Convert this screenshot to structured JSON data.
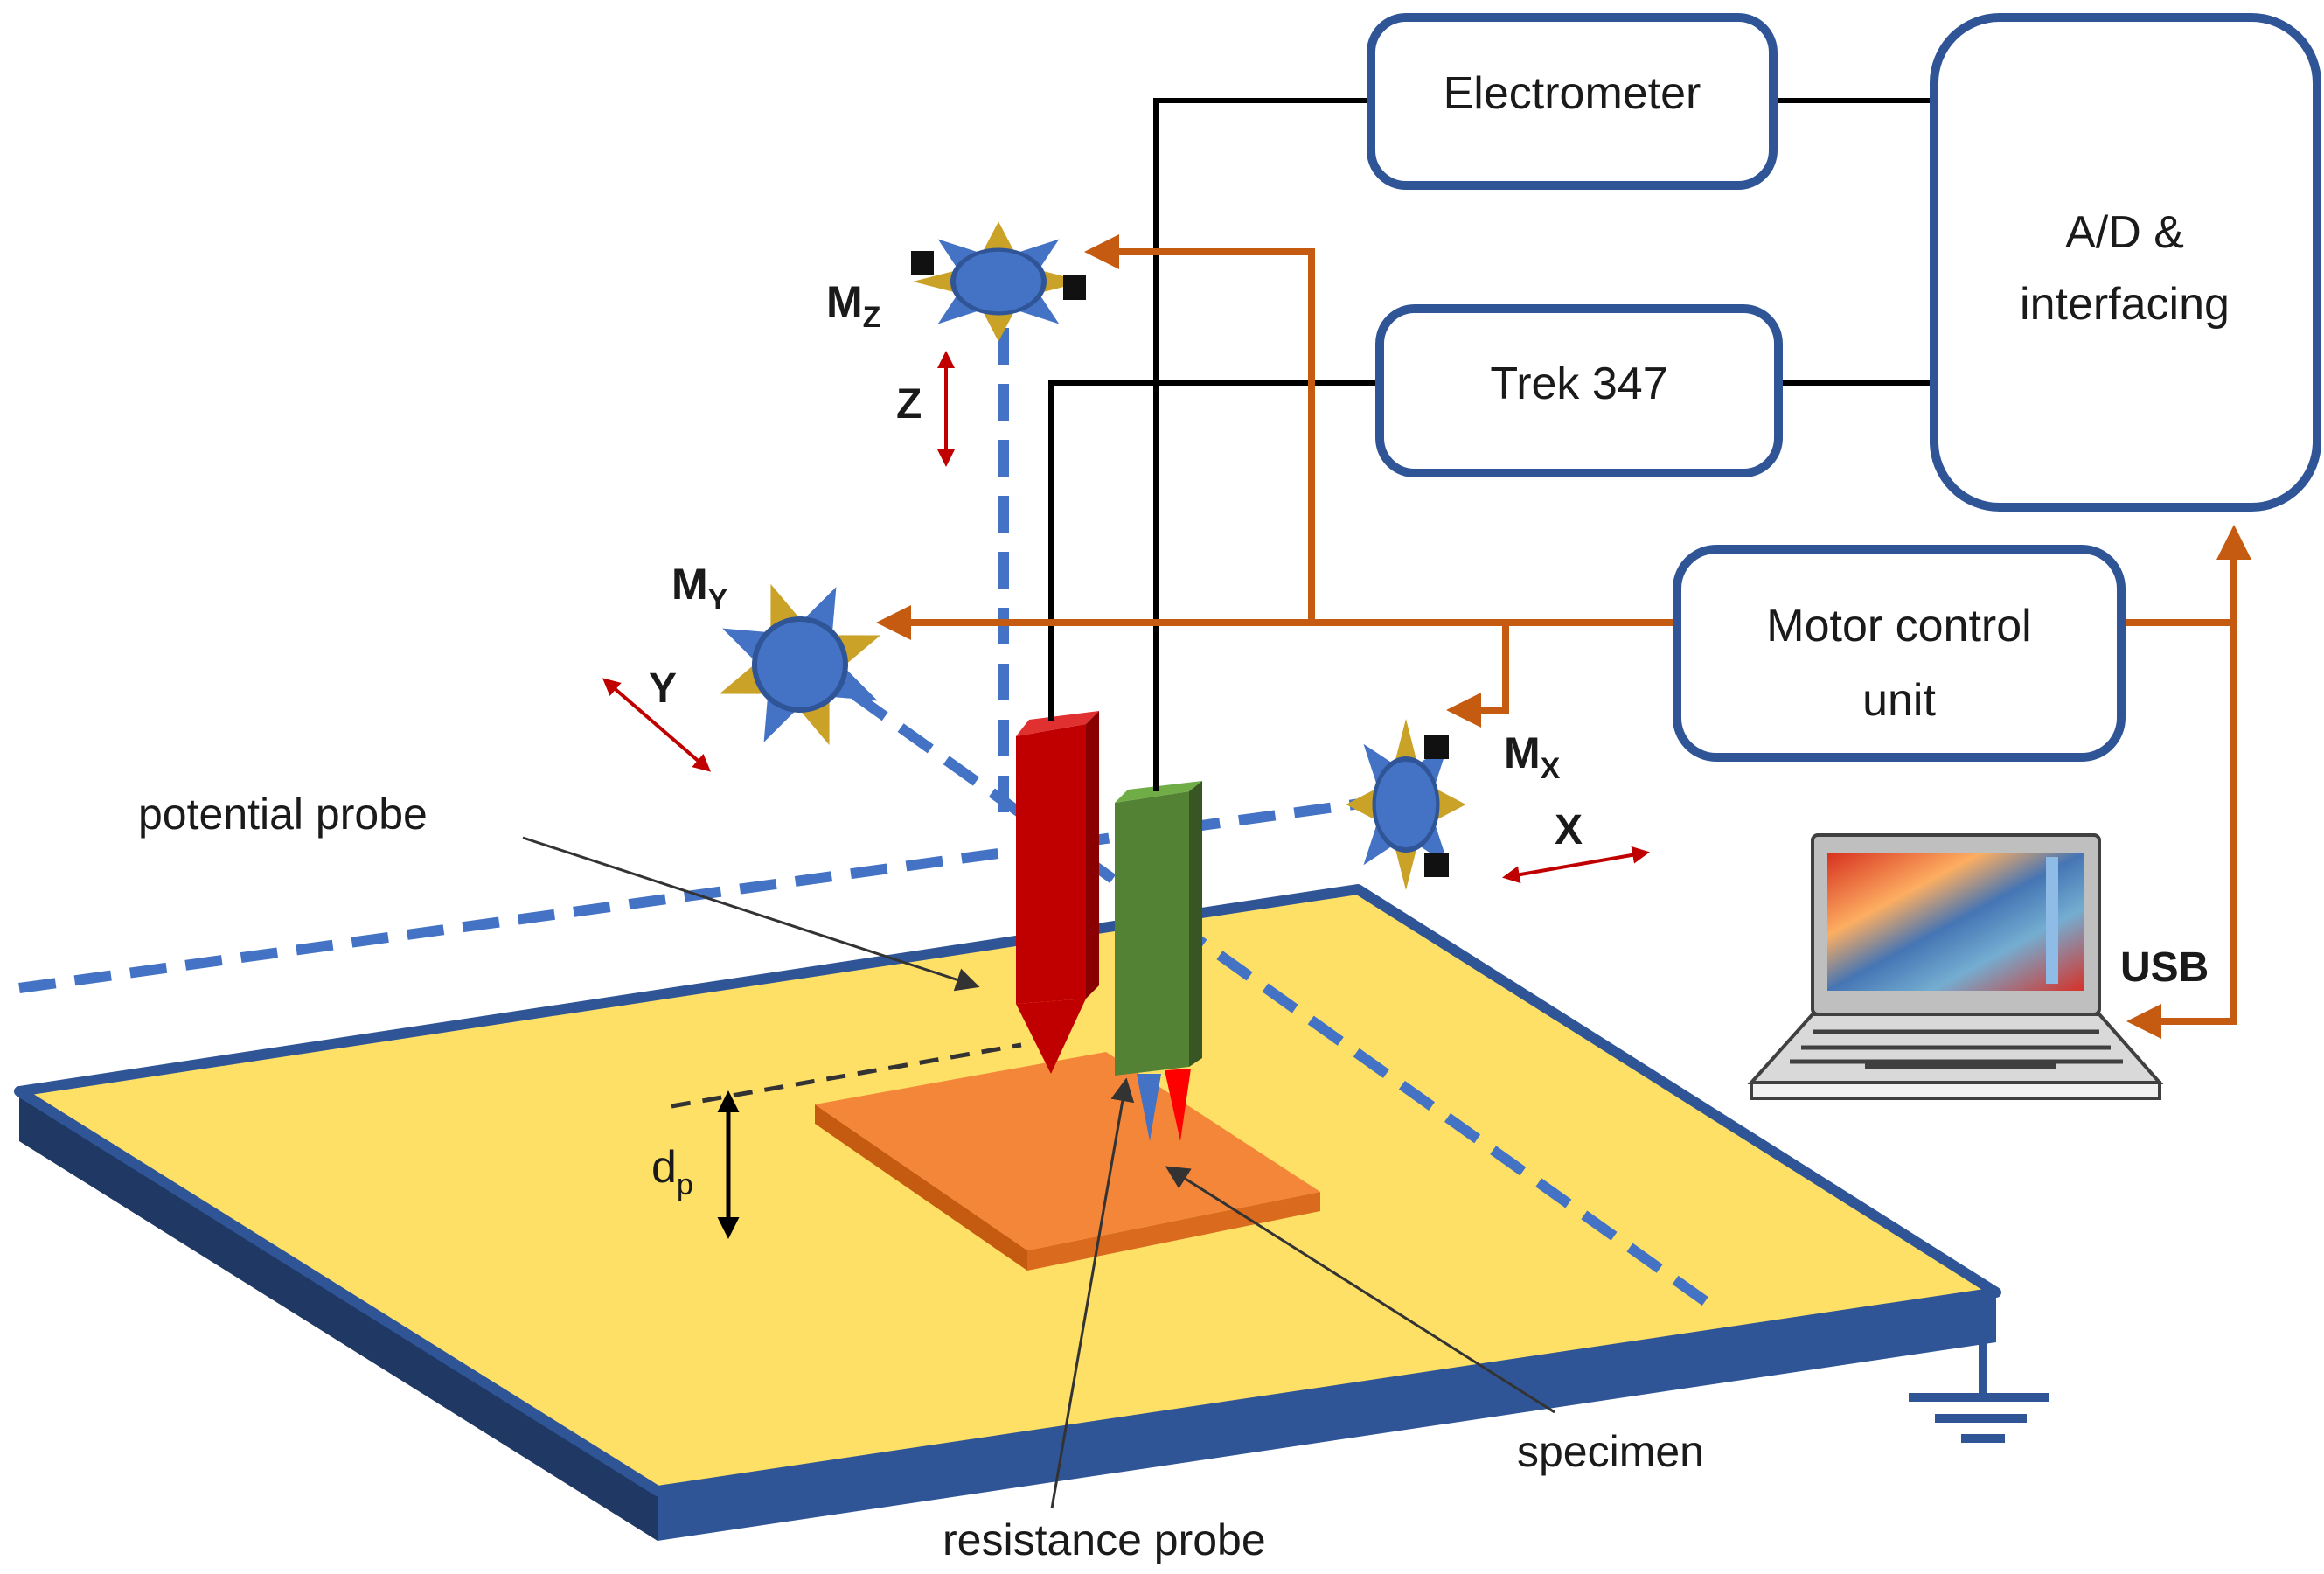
{
  "boxes": {
    "electrometer": "Electrometer",
    "trek": "Trek 347",
    "ad_line1": "A/D &",
    "ad_line2": "interfacing",
    "motor_line1": "Motor control",
    "motor_line2": "unit"
  },
  "labels": {
    "potential_probe": "potential probe",
    "resistance_probe": "resistance probe",
    "specimen": "specimen",
    "usb": "USB",
    "dp_main": "d",
    "dp_sub": "p"
  },
  "axes": {
    "z": "Z",
    "y": "Y",
    "x": "X"
  },
  "motors": {
    "mz_main": "M",
    "mz_sub": "Z",
    "my_main": "M",
    "my_sub": "Y",
    "mx_main": "M",
    "mx_sub": "X"
  },
  "colors": {
    "box_border": "#2f5597",
    "signal_line": "#000000",
    "control_line": "#c55a11",
    "rail_dashed": "#4472c4",
    "plate_top": "#ffe066",
    "plate_edge": "#2f5597",
    "specimen": "#f4863a",
    "potential_probe": "#c00000",
    "resistance_probe": "#548235",
    "axis_arrow": "#c00000"
  }
}
